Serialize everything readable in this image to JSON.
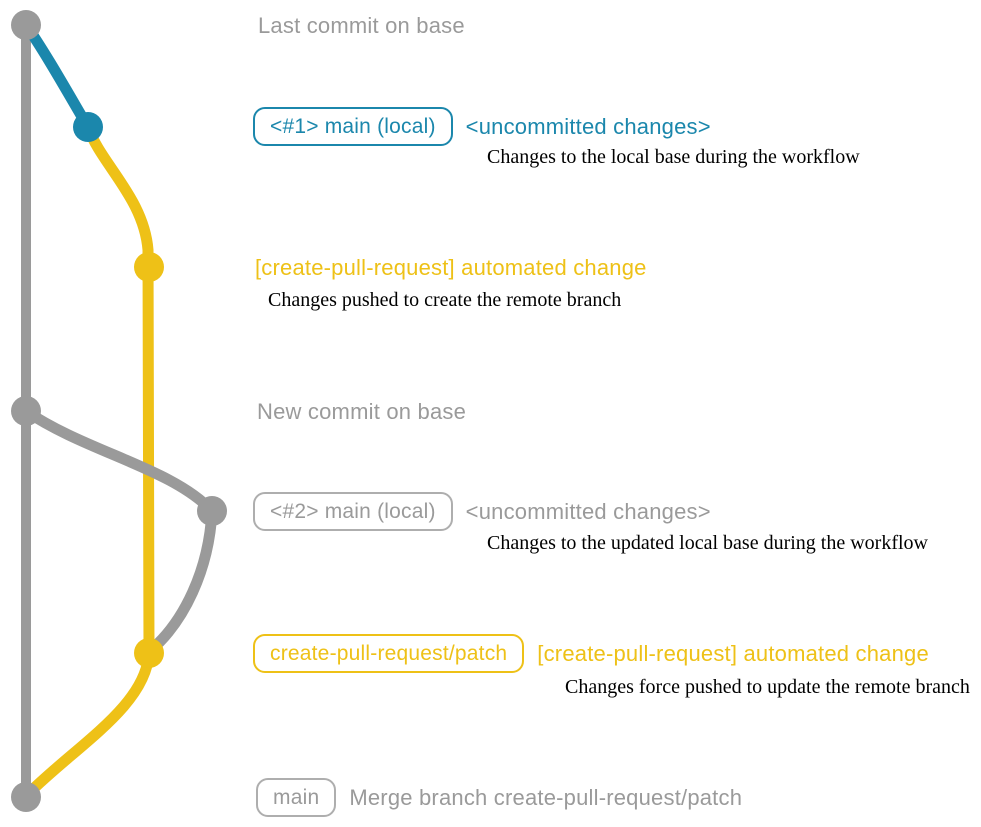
{
  "colors": {
    "gray": "#9a9a9a",
    "blue": "#1b87ac",
    "yellow": "#eec117",
    "annotation_black": "#000000",
    "background": "#ffffff"
  },
  "graph": {
    "branches": [
      {
        "name": "base",
        "color": "#9a9a9a"
      },
      {
        "name": "main (local)",
        "color": "#1b87ac"
      },
      {
        "name": "create-pull-request/patch",
        "color": "#eec117"
      }
    ],
    "commit_dots": [
      {
        "id": "last-commit-on-base",
        "color": "#9a9a9a"
      },
      {
        "id": "main-local-commit-1",
        "color": "#1b87ac"
      },
      {
        "id": "automated-change-commit-1",
        "color": "#eec117"
      },
      {
        "id": "new-commit-on-base",
        "color": "#9a9a9a"
      },
      {
        "id": "main-local-commit-2",
        "color": "#9a9a9a"
      },
      {
        "id": "automated-change-commit-2",
        "color": "#eec117"
      },
      {
        "id": "merge-commit",
        "color": "#9a9a9a"
      }
    ]
  },
  "rows": {
    "last_commit": {
      "title": "Last commit on base"
    },
    "main_local_1": {
      "branch_label": "<#1> main (local)",
      "heading": "<uncommitted changes>",
      "description": "Changes to the local base during the workflow"
    },
    "automated_change_1": {
      "heading": "[create-pull-request] automated change",
      "description": "Changes pushed to create the remote branch"
    },
    "new_commit": {
      "title": "New commit on base"
    },
    "main_local_2": {
      "branch_label": "<#2> main (local)",
      "heading": "<uncommitted changes>",
      "description": "Changes to the updated local base during the workflow"
    },
    "automated_change_2": {
      "branch_label": "create-pull-request/patch",
      "heading": "[create-pull-request] automated change",
      "description": "Changes force pushed to update the remote branch"
    },
    "merge": {
      "branch_label": "main",
      "heading": "Merge branch create-pull-request/patch"
    }
  }
}
